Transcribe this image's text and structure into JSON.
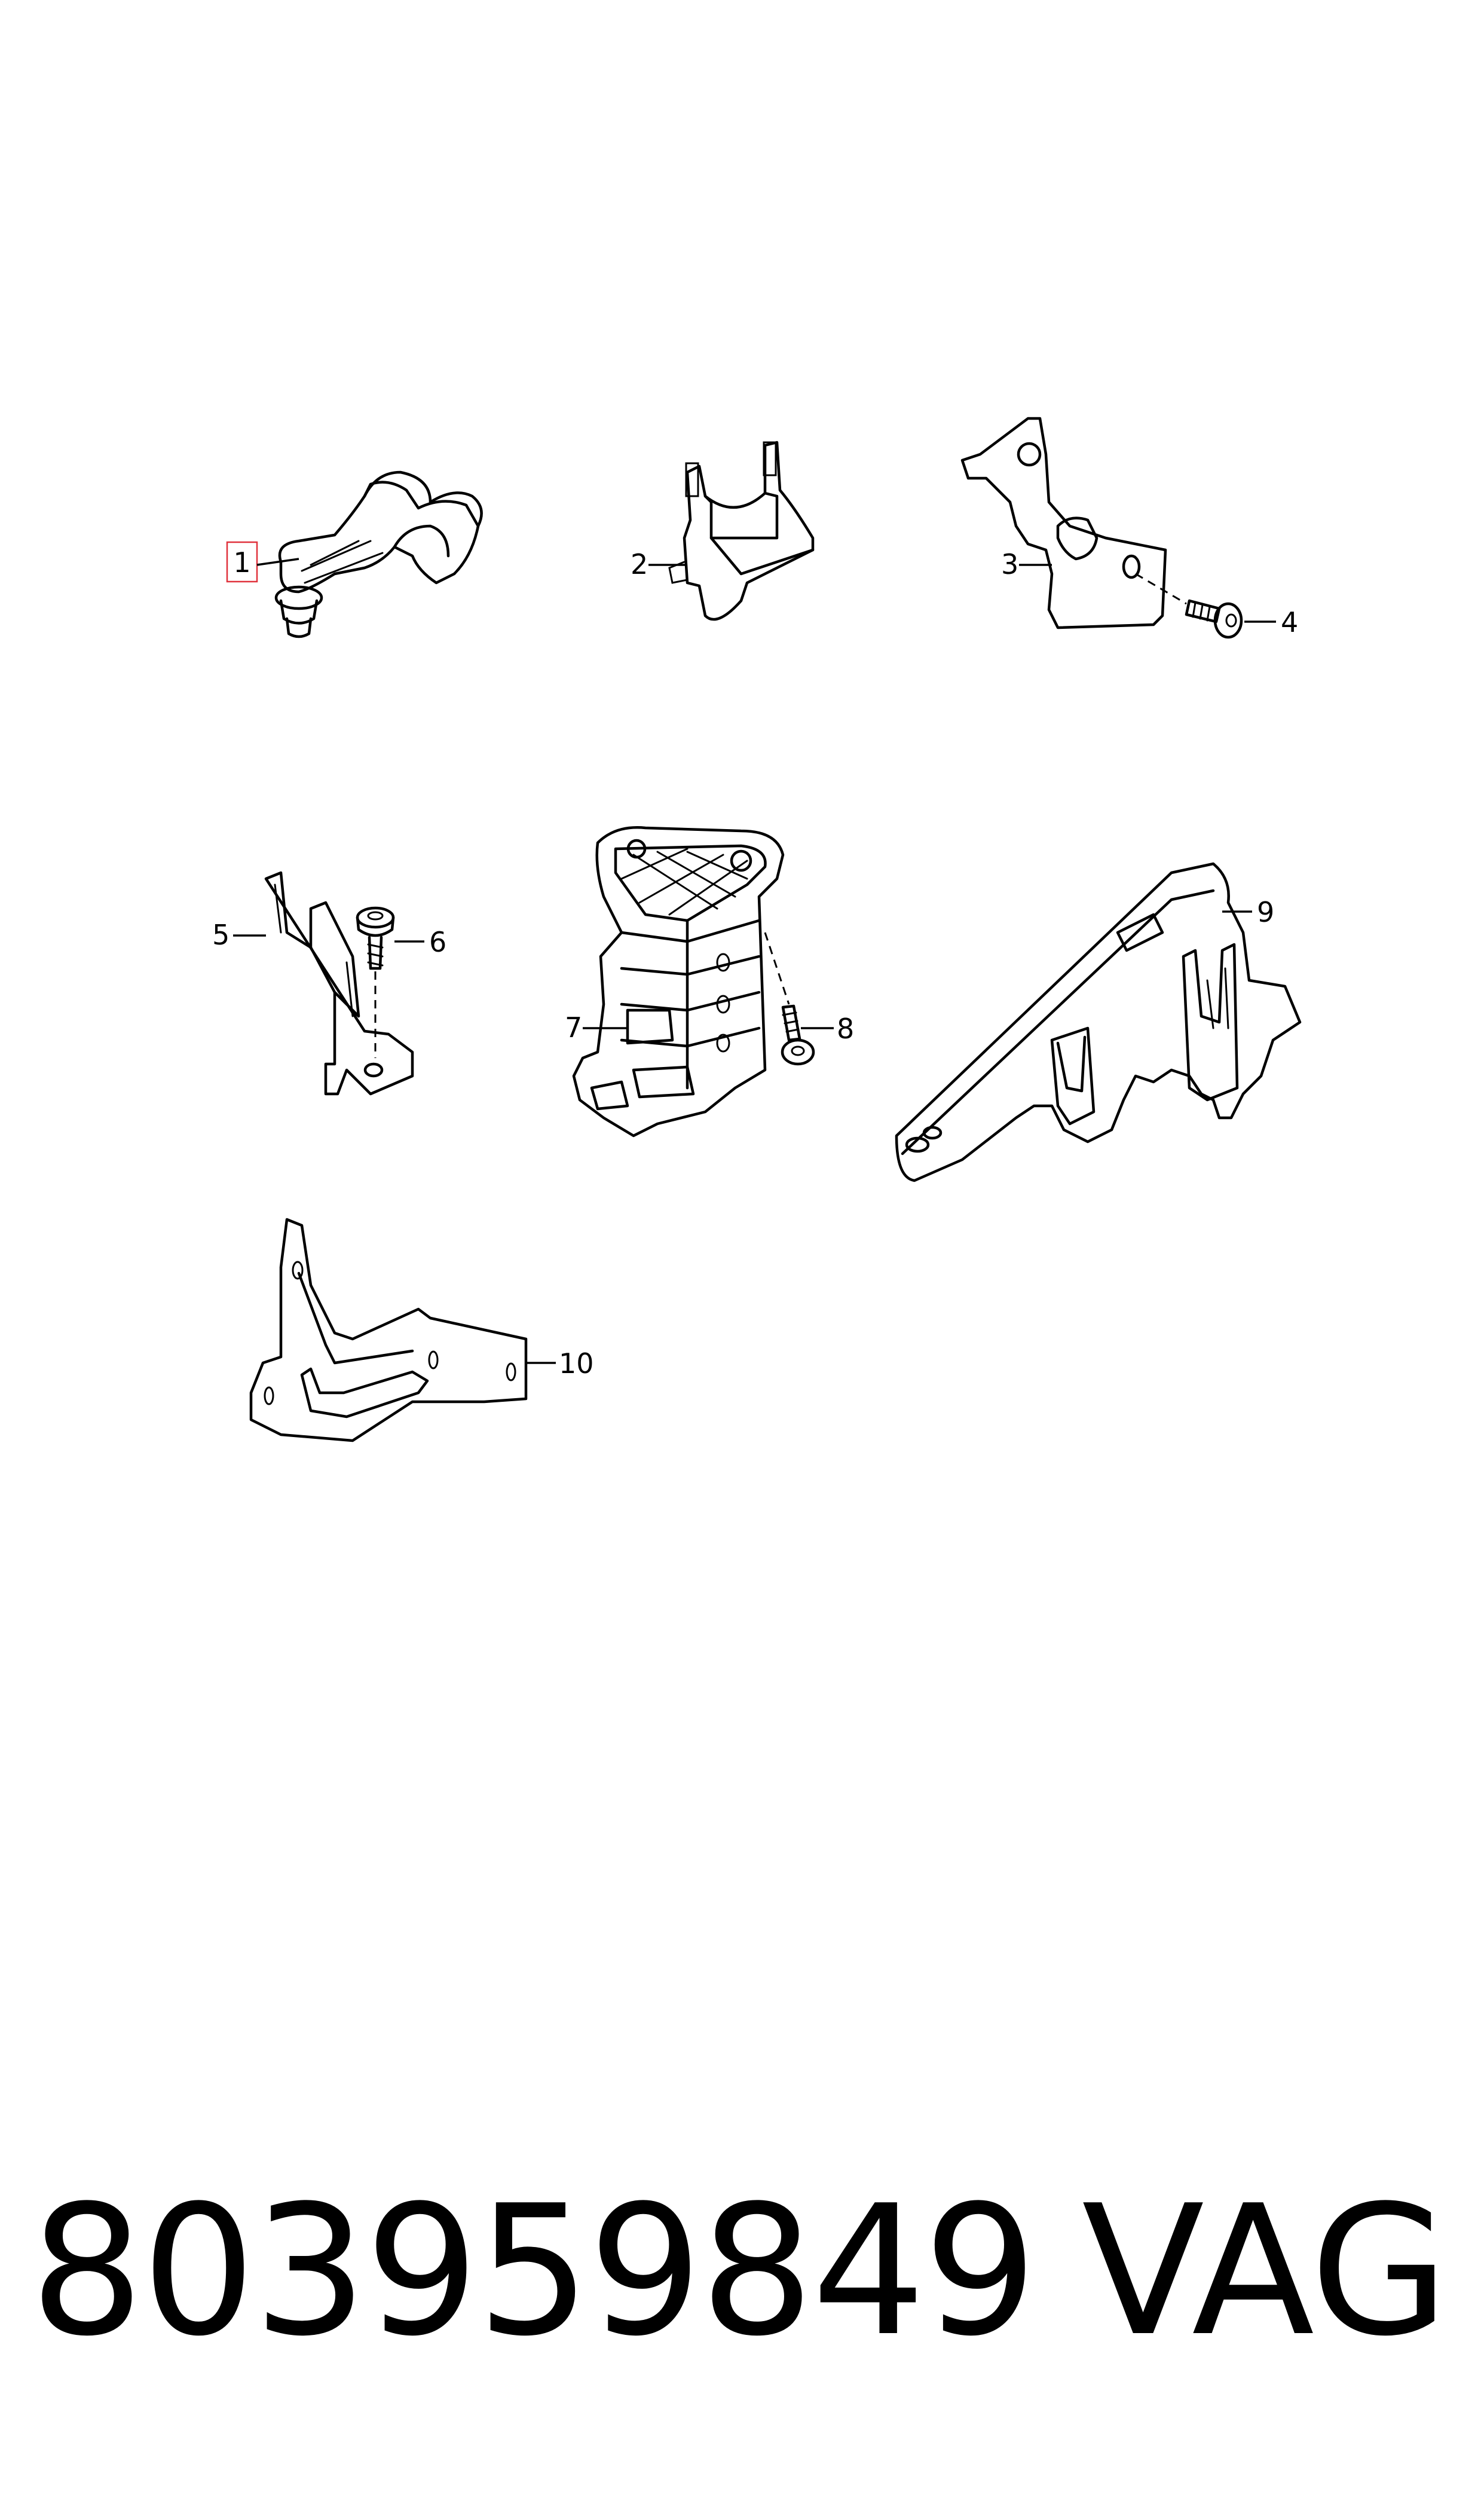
{
  "diagram": {
    "callouts": [
      {
        "id": "1",
        "label": "1",
        "highlighted": true
      },
      {
        "id": "2",
        "label": "2"
      },
      {
        "id": "3",
        "label": "3"
      },
      {
        "id": "4",
        "label": "4"
      },
      {
        "id": "5",
        "label": "5"
      },
      {
        "id": "6",
        "label": "6"
      },
      {
        "id": "7",
        "label": "7"
      },
      {
        "id": "8",
        "label": "8"
      },
      {
        "id": "9",
        "label": "9"
      },
      {
        "id": "10",
        "label": "10"
      }
    ],
    "highlight_color": "#e0323c"
  },
  "footer": {
    "part_number": "803959849",
    "brand": "VAG"
  }
}
